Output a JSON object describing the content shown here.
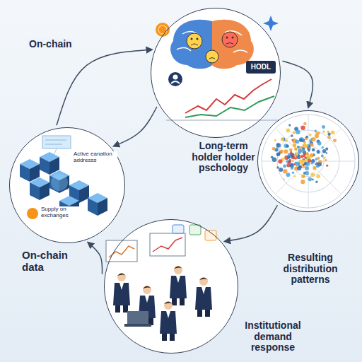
{
  "diagram": {
    "nodes": [
      {
        "text": [
          "Long-term holder holder pschology"
        ]
      },
      {
        "text": [
          "On-chain data"
        ]
      },
      {
        "text": [
          "Resulting distribution patterns"
        ]
      },
      {
        "text": [
          "Institutional demand response"
        ]
      }
    ],
    "edges": [
      {
        "from": 1,
        "to": 0,
        "arrow": "to",
        "label": "On-chain"
      },
      {
        "from": 0,
        "to": 1,
        "arrow": "to"
      },
      {
        "from": 0,
        "to": 2,
        "arrow": "to"
      },
      {
        "from": 2,
        "to": 3,
        "arrow": "to"
      },
      {
        "from": 3,
        "to": 1,
        "arrow": "to"
      }
    ],
    "labels": [
      "HODL",
      "Active eanation addresss",
      "Supply on exchanges"
    ]
  }
}
